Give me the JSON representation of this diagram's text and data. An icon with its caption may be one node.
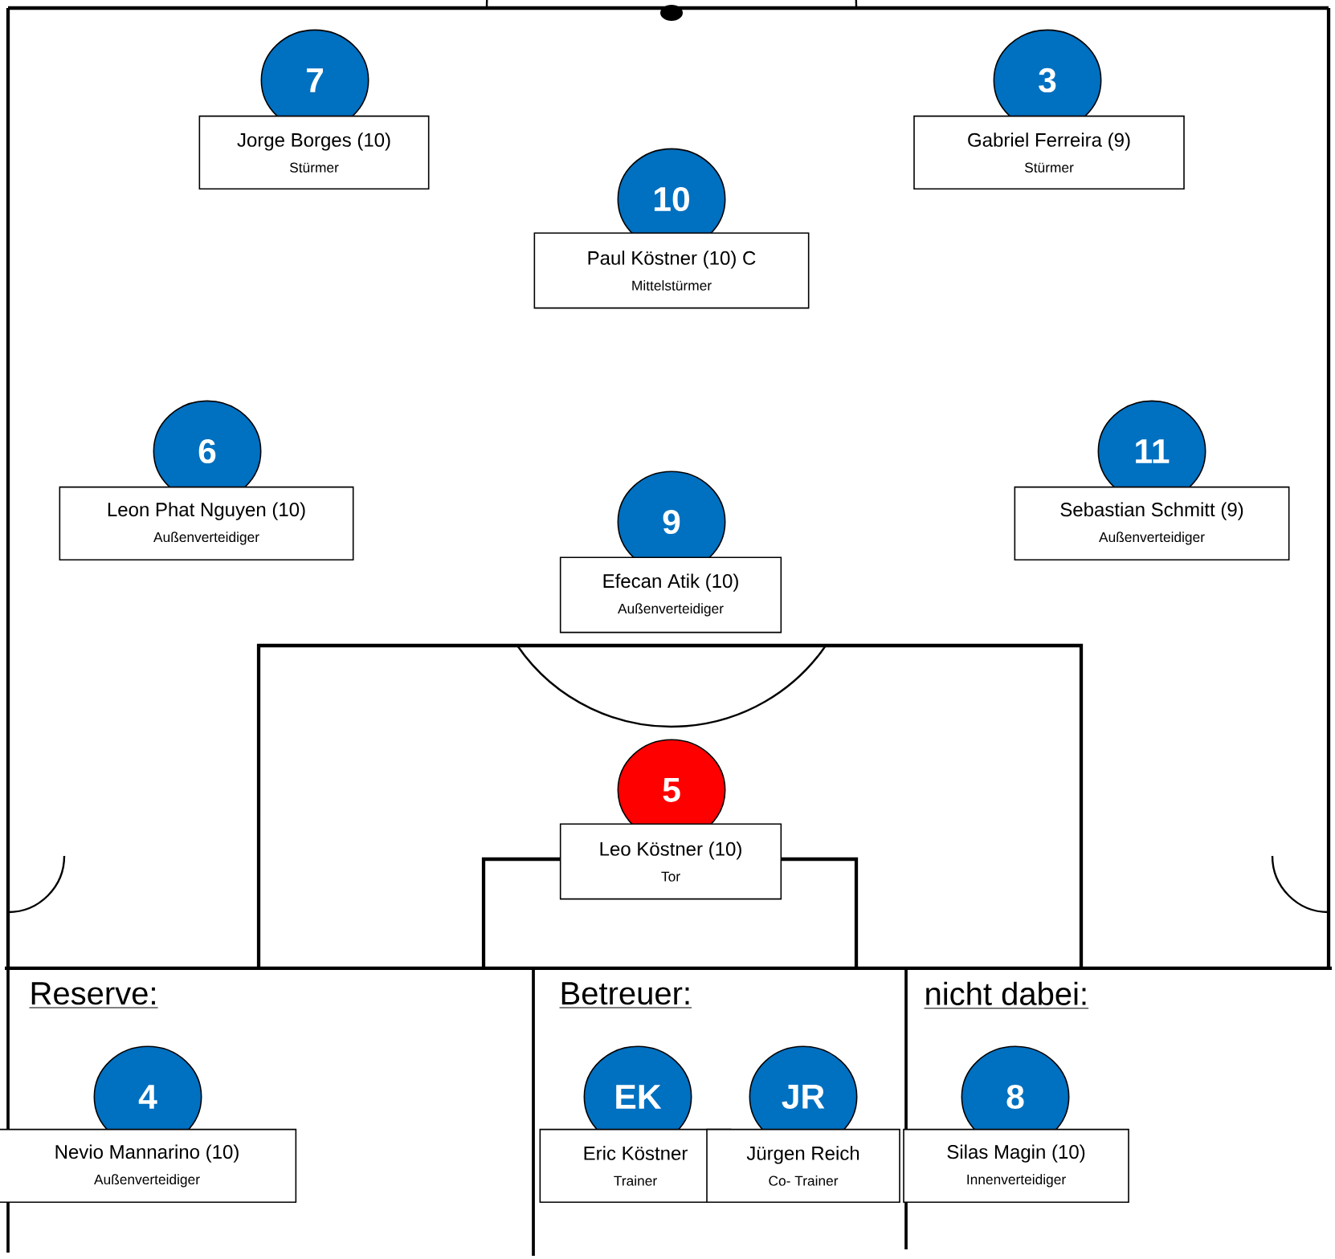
{
  "diagram": {
    "nodes": [
      {
        "text": [
          "7"
        ]
      },
      {
        "text": [
          "Jorge Borges (10)",
          "Stürmer"
        ]
      },
      {
        "text": [
          "3"
        ]
      },
      {
        "text": [
          "Gabriel Ferreira (9)",
          "Stürmer"
        ]
      },
      {
        "text": [
          "10"
        ]
      },
      {
        "text": [
          "Paul Köstner (10) C",
          "Mittelstürmer"
        ]
      },
      {
        "text": [
          "6"
        ]
      },
      {
        "text": [
          "Leon Phat Nguyen (10)",
          "Außenverteidiger"
        ]
      },
      {
        "text": [
          "11"
        ]
      },
      {
        "text": [
          "Sebastian Schmitt (9)",
          "Außenverteidiger"
        ]
      },
      {
        "text": [
          "9"
        ]
      },
      {
        "text": [
          "Efecan Atik (10)",
          "Außenverteidiger"
        ]
      },
      {
        "text": [
          "5"
        ]
      },
      {
        "text": [
          "Leo Köstner (10)",
          "Tor"
        ]
      },
      {
        "text": [
          "4"
        ]
      },
      {
        "text": [
          "Nevio Mannarino (10)",
          "Außenverteidiger"
        ]
      },
      {
        "text": [
          "EK"
        ]
      },
      {
        "text": [
          "Eric Köstner",
          "Trainer"
        ]
      },
      {
        "text": [
          "JR"
        ]
      },
      {
        "text": [
          "Jürgen Reich",
          "Co- Trainer"
        ]
      },
      {
        "text": [
          "8"
        ]
      },
      {
        "text": [
          "Silas Magin (10)",
          "Innenverteidiger"
        ]
      }
    ],
    "labels": [
      "Reserve:",
      "Betreuer:",
      "nicht dabei:"
    ]
  }
}
